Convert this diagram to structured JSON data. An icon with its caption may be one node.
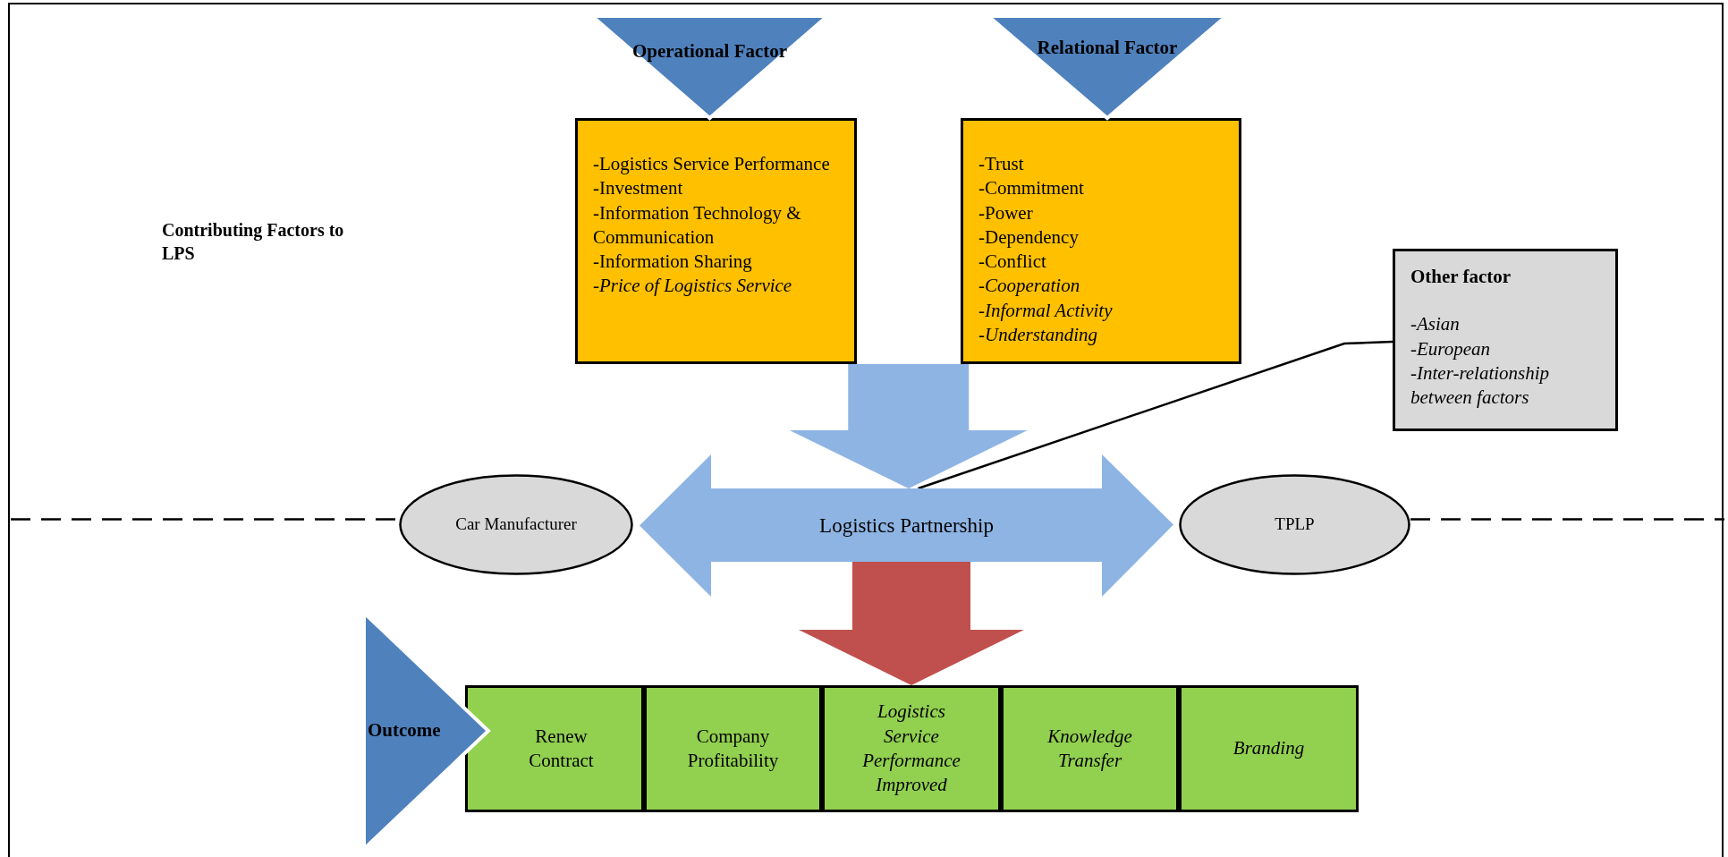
{
  "diagram": {
    "nodes": [
      {
        "text": [
          "Operational Factor"
        ]
      },
      {
        "text": [
          "-Logistics Service Performance",
          "-Investment",
          "-Information Technology & Communication",
          "-Information Sharing",
          "-Price of Logistics Service"
        ]
      },
      {
        "text": [
          "Relational Factor"
        ]
      },
      {
        "text": [
          "-Trust",
          "-Commitment",
          "-Power",
          "-Dependency",
          "-Conflict",
          "-Cooperation",
          "-Informal Activity",
          "-Understanding"
        ]
      },
      {
        "text": [
          "Other factor",
          "-Asian",
          "-European",
          "-Inter-relationship between factors"
        ]
      },
      {
        "text": [
          "Logistics Partnership"
        ]
      },
      {
        "text": [
          "Car Manufacturer"
        ]
      },
      {
        "text": [
          "TPLP"
        ]
      },
      {
        "text": [
          "Outcome"
        ]
      },
      {
        "text": [
          "Renew Contract"
        ]
      },
      {
        "text": [
          "Company Profitability"
        ]
      },
      {
        "text": [
          "Logistics Service Performance Improved"
        ]
      },
      {
        "text": [
          "Knowledge Transfer"
        ]
      },
      {
        "text": [
          "Branding"
        ]
      }
    ],
    "edges": [
      {
        "from": 1,
        "to": 5,
        "arrow": "to",
        "style": "thick",
        "color": "#8eb4e3"
      },
      {
        "from": 3,
        "to": 5,
        "arrow": "to",
        "style": "thick",
        "color": "#8eb4e3"
      },
      {
        "from": 4,
        "to": 5,
        "arrow": "none"
      },
      {
        "from": null,
        "to": 6,
        "arrow": "none",
        "style": "dashed"
      },
      {
        "from": 7,
        "to": null,
        "arrow": "none",
        "style": "dashed"
      },
      {
        "from": 5,
        "to": 11,
        "arrow": "to",
        "style": "thick",
        "color": "#c0504d"
      },
      {
        "from": 6,
        "to": 7,
        "arrow": "both",
        "style": "thick",
        "color": "#8eb4e3"
      }
    ],
    "labels": [
      "Contributing Factors to LPS"
    ]
  }
}
